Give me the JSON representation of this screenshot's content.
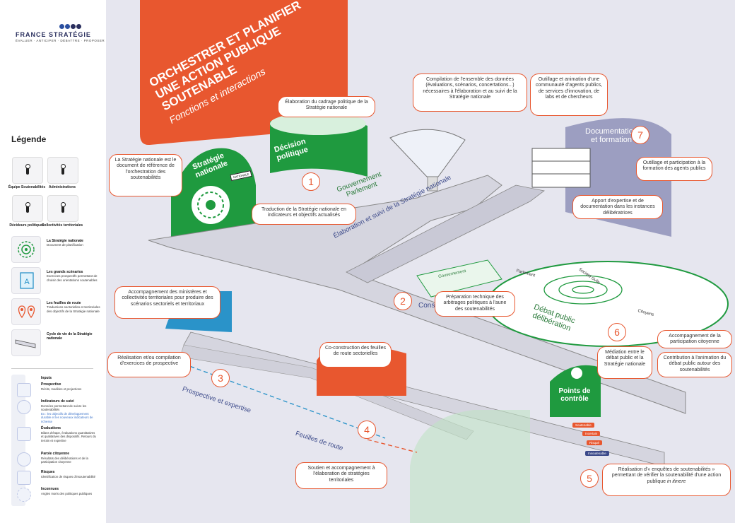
{
  "legend": {
    "brand": "FRANCE STRATÉGIE",
    "tagline": "ÉVALUER · ANTICIPER · DÉBATTRE · PROPOSER",
    "title": "Légende",
    "actors": [
      {
        "label": "Équipe Soutenabilités"
      },
      {
        "label": "Administrations"
      },
      {
        "label": "Décideurs politiques"
      },
      {
        "label": "Collectivités territoriales"
      }
    ],
    "items": [
      {
        "title": "La Stratégie nationale",
        "desc": "Document de planification"
      },
      {
        "title": "Les grands scénarios",
        "desc": "Exercices prospectifs permettant de choisir des orientations soutenables"
      },
      {
        "title": "Les feuilles de route",
        "desc": "Traductions sectorielles et territoriales des objectifs de la Stratégie nationale"
      },
      {
        "title": "Cycle de vie de la Stratégie nationale",
        "desc": ""
      }
    ],
    "inputs_title": "Inputs",
    "inputs": [
      {
        "title": "Prospective",
        "desc": "Récits, modèles et projections"
      },
      {
        "title": "Indicateurs de suivi",
        "desc": "Données permettant de suivre les soutenabilités",
        "note": "Ex : les objectifs de développement durable et les nouveaux indicateurs de richesse"
      },
      {
        "title": "Évaluations",
        "desc": "Bilans d'étape, évaluations quantitatives et qualitatives des dispositifs. Retours du terrain et expertise"
      },
      {
        "title": "Parole citoyenne",
        "desc": "Résultats des délibérations et de la participation citoyenne"
      },
      {
        "title": "Risques",
        "desc": "Identification de risques d'insoutenabilité"
      },
      {
        "title": "Inconnues",
        "desc": "Angles morts des politiques publiques"
      }
    ]
  },
  "banner": {
    "line1": "ORCHESTRER ET PLANIFIER",
    "line2": "UNE ACTION PUBLIQUE SOUTENABLE",
    "subtitle": "Fonctions et interactions"
  },
  "zones": {
    "strategie": "Stratégie nationale",
    "decision": "Décision politique",
    "gouv_parlement": "Gouvernement Parlement",
    "elaboration": "Élaboration et suivi de la Stratégie nationale",
    "documentation": "Documentation et formation",
    "conseil": "Conseil",
    "debat": "Débat public délibération",
    "gouvernement": "Gouvernement",
    "parlement": "Parlement",
    "societe": "Société civile",
    "citoyens": "Citoyens",
    "prospective": "Prospective et expertise",
    "feuilles": "Feuilles de route",
    "points": "Points de contrôle"
  },
  "ballot_label": "NATIONALE",
  "badges": {
    "soutenable": "Soutenable",
    "incertain": "Incertain",
    "risque": "Risqué",
    "insoutenable": "Insoutenable"
  },
  "callouts": {
    "c_cadrage": "Élaboration du cadrage politique de la Stratégie nationale",
    "c_compilation": "Compilation de l'ensemble des données (évaluations, scénarios, concertations...) nécessaires à l'élaboration et au suivi de la Stratégie nationale",
    "c_outillage": "Outillage et animation d'une communauté d'agents publics, de services d'innovation, de labs et de chercheurs",
    "c_reference": "La Stratégie nationale est le document de référence de l'orchestration des soutenabilités",
    "c_traduction": "Traduction de la Stratégie nationale en indicateurs et objectifs actualisés",
    "c_formation": "Outillage et participation à la formation des agents publics",
    "c_apport": "Apport d'expertise et de documentation dans les instances délibératrices",
    "c_accompagnement": "Accompagnement des ministères et collectivités territoriales pour produire des scénarios sectoriels et territoriaux",
    "c_preparation": "Préparation technique des arbitrages politiques à l'aune des soutenabilités",
    "c_realisation": "Réalisation et/ou compilation d'exercices de prospective",
    "c_coconstruction": "Co-construction des feuilles de route sectorielles",
    "c_participation": "Accompagnement de la participation citoyenne",
    "c_mediation": "Médiation entre le débat public et la Stratégie nationale",
    "c_contribution": "Contribution à l'animation du débat public autour des soutenabilités",
    "c_soutien": "Soutien et accompagnement à l'élaboration de stratégies territoriales",
    "c_enquetes_a": "Réalisation d'« enquêtes de soutenabilités » permettant de vérifier la soutenabilité d'une action publique ",
    "c_enquetes_b": "in itinere"
  },
  "numbers": [
    "1",
    "2",
    "3",
    "4",
    "5",
    "6",
    "7"
  ]
}
